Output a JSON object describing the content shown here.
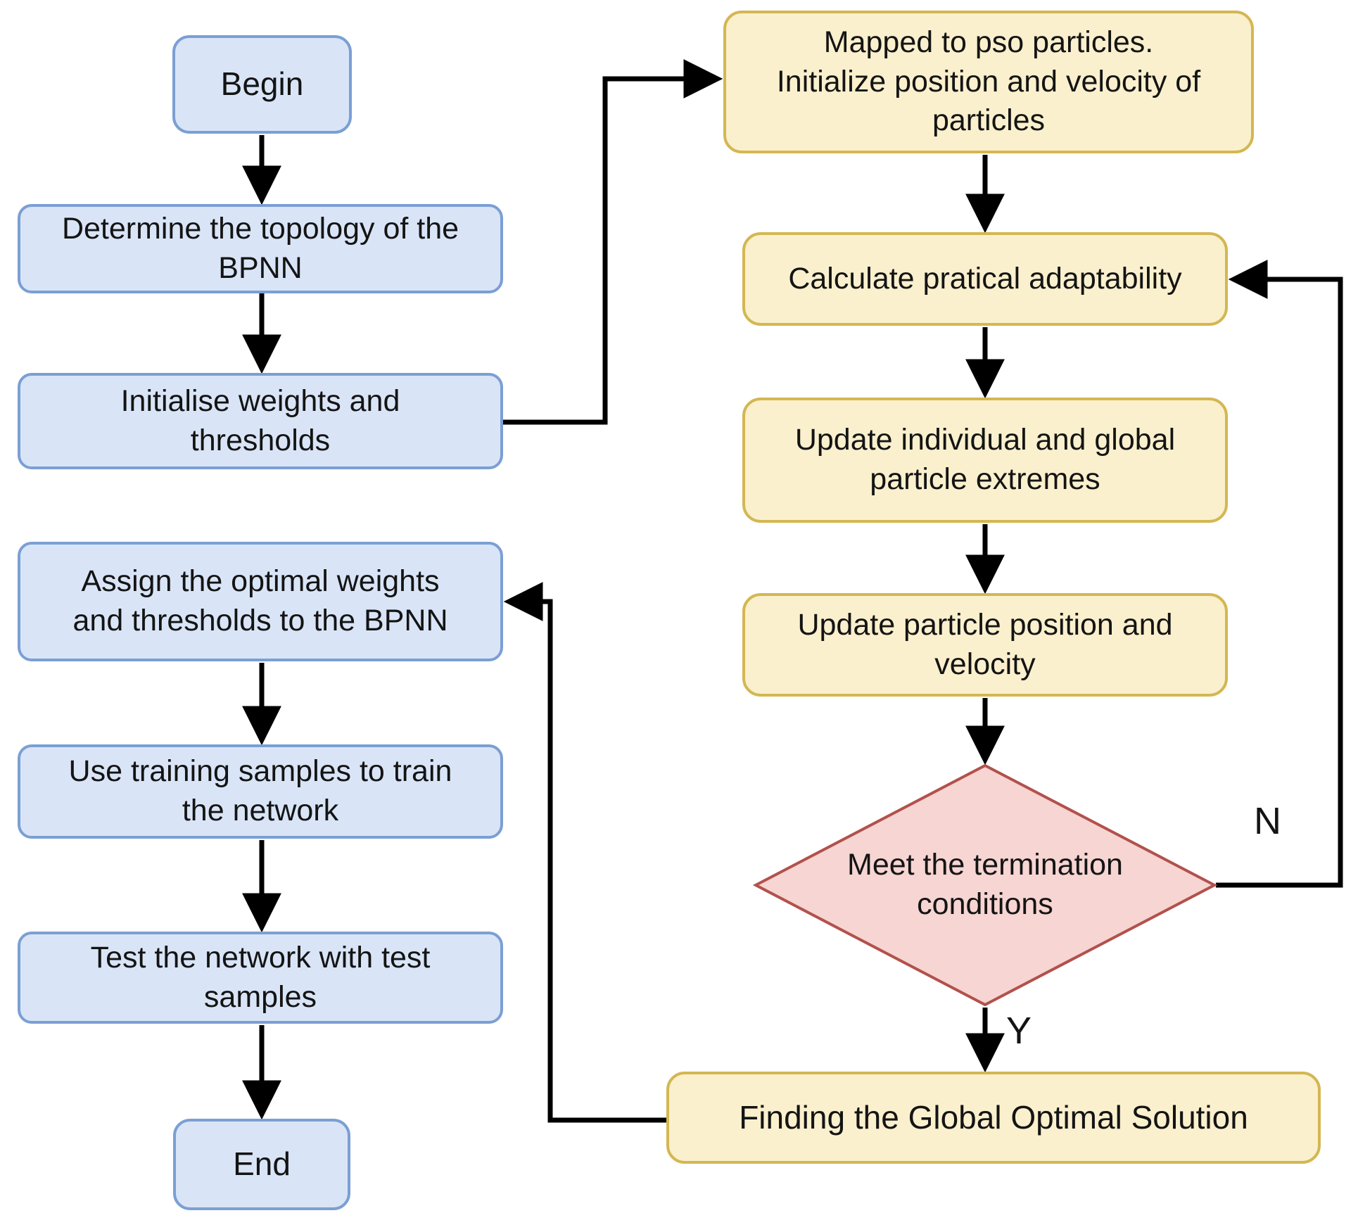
{
  "diagram": {
    "background": "#ffffff",
    "colors": {
      "process_fill": "#d9e5f7",
      "process_stroke": "#7b9fd4",
      "pso_fill": "#faf0cd",
      "pso_stroke": "#d4b752",
      "decision_fill": "#f6d5d3",
      "decision_stroke": "#b2514c",
      "edge": "#000000",
      "text": "#141414",
      "background": "#ffffff"
    },
    "nodes": {
      "begin": {
        "type": "terminator",
        "label": "Begin"
      },
      "determine": {
        "type": "process",
        "label": "Determine the topology of the\nBPNN"
      },
      "initialise": {
        "type": "process",
        "label": "Initialise weights and\nthresholds"
      },
      "assign": {
        "type": "process",
        "label": "Assign the optimal weights\nand thresholds to the BPNN"
      },
      "train": {
        "type": "process",
        "label": "Use training samples to train\nthe network"
      },
      "test": {
        "type": "process",
        "label": "Test the network with test\nsamples"
      },
      "end": {
        "type": "terminator",
        "label": "End"
      },
      "mapped": {
        "type": "process-pso",
        "label": "Mapped to pso particles.\nInitialize position and velocity of\nparticles"
      },
      "calculate": {
        "type": "process-pso",
        "label": "Calculate pratical adaptability"
      },
      "update_extremes": {
        "type": "process-pso",
        "label": "Update individual and global\nparticle extremes"
      },
      "update_velocity": {
        "type": "process-pso",
        "label": "Update particle position and\nvelocity"
      },
      "decision": {
        "type": "decision",
        "label": "Meet the termination\nconditions"
      },
      "finding": {
        "type": "process-pso",
        "label": "Finding the Global Optimal Solution"
      }
    },
    "edges": [
      {
        "from": "begin",
        "to": "determine",
        "label": ""
      },
      {
        "from": "determine",
        "to": "initialise",
        "label": ""
      },
      {
        "from": "initialise",
        "to": "mapped",
        "label": ""
      },
      {
        "from": "mapped",
        "to": "calculate",
        "label": ""
      },
      {
        "from": "calculate",
        "to": "update_extremes",
        "label": ""
      },
      {
        "from": "update_extremes",
        "to": "update_velocity",
        "label": ""
      },
      {
        "from": "update_velocity",
        "to": "decision",
        "label": ""
      },
      {
        "from": "decision",
        "to": "calculate",
        "label": "N"
      },
      {
        "from": "decision",
        "to": "finding",
        "label": "Y"
      },
      {
        "from": "finding",
        "to": "assign",
        "label": ""
      },
      {
        "from": "assign",
        "to": "train",
        "label": ""
      },
      {
        "from": "train",
        "to": "test",
        "label": ""
      },
      {
        "from": "test",
        "to": "end",
        "label": ""
      }
    ]
  }
}
